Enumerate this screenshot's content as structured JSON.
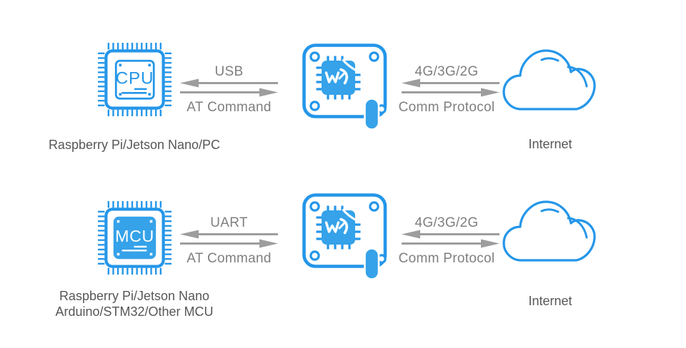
{
  "diagram": {
    "background": "#ffffff",
    "colors": {
      "icon_outline_blue": "#2496e9",
      "icon_fill_blue": "#35a2e9",
      "arrow_gray": "#9d9d9d",
      "protocol_label_gray": "#7f7f7f",
      "device_label_gray": "#575757"
    },
    "icons": {
      "device_row1": "cpu-chip-icon",
      "device_row2": "mcu-chip-icon",
      "module": "module-board-icon",
      "module_logo": "waveshare-logo-icon",
      "cloud": "cloud-icon",
      "links": "bidirectional-arrows-icon"
    },
    "rows": [
      {
        "device": {
          "chip_text": "CPU",
          "label_lines": [
            "Raspberry Pi/Jetson Nano/PC"
          ]
        },
        "left_link": {
          "top_label": "USB",
          "bottom_label": "AT Command"
        },
        "right_link": {
          "top_label": "4G/3G/2G",
          "bottom_label": "Comm Protocol"
        },
        "cloud_label": "Internet"
      },
      {
        "device": {
          "chip_text": "MCU",
          "label_lines": [
            "Raspberry Pi/Jetson Nano",
            "Arduino/STM32/Other MCU"
          ]
        },
        "left_link": {
          "top_label": "UART",
          "bottom_label": "AT Command"
        },
        "right_link": {
          "top_label": "4G/3G/2G",
          "bottom_label": "Comm Protocol"
        },
        "cloud_label": "Internet"
      }
    ]
  }
}
